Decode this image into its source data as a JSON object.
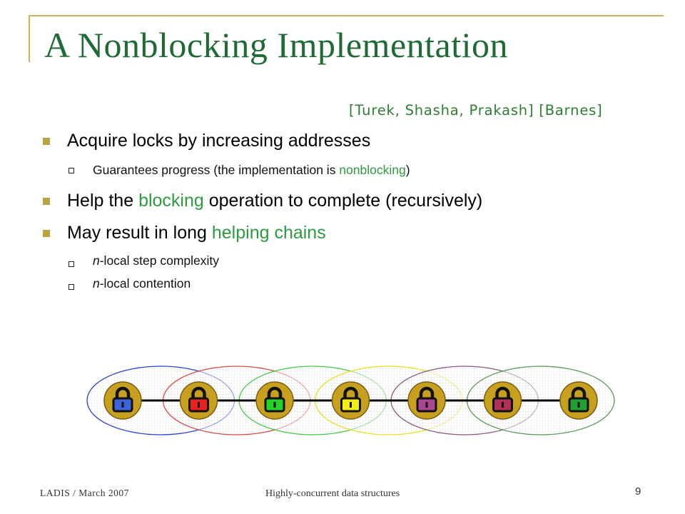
{
  "title": "A Nonblocking Implementation",
  "citation": "[Turek, Shasha, Prakash] [Barnes]",
  "bullets": [
    {
      "text": "Acquire locks by increasing addresses"
    },
    {
      "pre": "Help the ",
      "highlight": "blocking",
      "post": " operation to complete (recursively)"
    },
    {
      "pre": "May result in long ",
      "highlight": "helping chains"
    }
  ],
  "subbullets": {
    "guarantees": {
      "pre": "Guarantees progress (the implementation is ",
      "highlight": "nonblocking",
      "post": ")"
    },
    "step": {
      "italic": "n",
      "rest": "-local step complexity"
    },
    "contention": {
      "italic": "n",
      "rest": "-local contention"
    }
  },
  "locks": [
    {
      "color": "#3a64d8",
      "ring": "#2b3fd0"
    },
    {
      "color": "#e82020",
      "ring": "#d84a4a"
    },
    {
      "color": "#25d42a",
      "ring": "#48c848"
    },
    {
      "color": "#f5ef10",
      "ring": "#e8e020"
    },
    {
      "color": "#a8478f",
      "ring": "#8a5a7a"
    },
    {
      "color": "#b0305a",
      "ring": "#5a9a5a"
    },
    {
      "color": "#20a030",
      "ring": null
    }
  ],
  "colors": {
    "title": "#1f6b35",
    "accent": "#2e9b3e",
    "frame": "#c9b45a",
    "lock_body": "#c8a020"
  },
  "footer": {
    "left": "LADIS / March 2007",
    "center": "Highly-concurrent data structures",
    "page": "9"
  }
}
